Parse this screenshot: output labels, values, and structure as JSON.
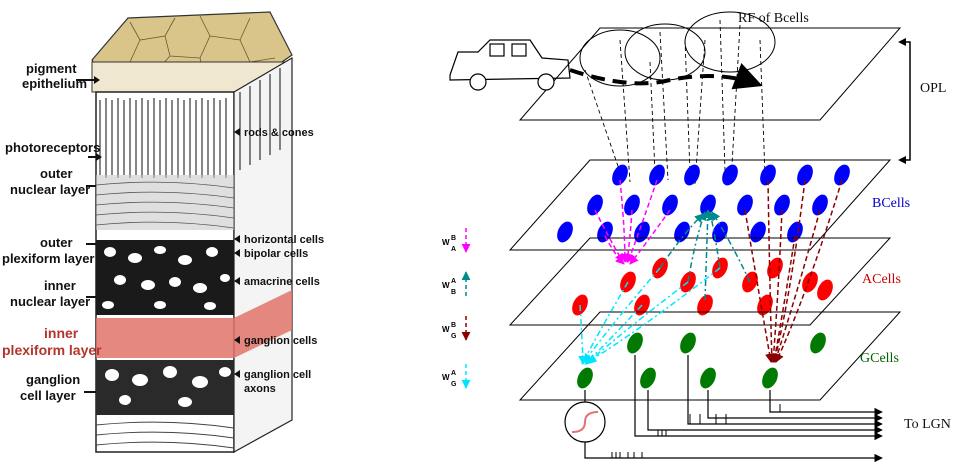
{
  "retina_illustration": {
    "left_labels": {
      "pigment_epithelium": [
        "pigment",
        "epithelium"
      ],
      "photoreceptors": [
        "photoreceptors"
      ],
      "outer_nuclear_layer": [
        "outer",
        "nuclear layer"
      ],
      "outer_plexiform_layer": [
        "outer",
        "plexiform layer"
      ],
      "inner_nuclear_layer": [
        "inner",
        "nuclear layer"
      ],
      "inner_plexiform_layer": [
        "inner",
        "plexiform layer"
      ],
      "ganglion_cell_layer": [
        "ganglion",
        "cell layer"
      ]
    },
    "right_labels": {
      "rods_cones": "rods & cones",
      "horizontal_cells": "horizontal cells",
      "bipolar_cells": "bipolar cells",
      "amacrine_cells": "amacrine cells",
      "ganglion_cells": "ganglion cells",
      "ganglion_cell_axons": [
        "ganglion cell",
        "axons"
      ]
    },
    "colors": {
      "highlight_red": "#e0736a",
      "label_red": "#b3352b",
      "pigment_tan": "#d9c48a"
    }
  },
  "network_diagram": {
    "rf_label": "RF of Bcells",
    "opl_label": "OPL",
    "bcells_label": "BCells",
    "acells_label": "ACells",
    "gcells_label": "GCells",
    "to_lgn_label": "To LGN",
    "legend": [
      {
        "base": "W",
        "sup": "B",
        "sub": "A",
        "color": "#ff00ff",
        "dir": "down"
      },
      {
        "base": "W",
        "sup": "A",
        "sub": "B",
        "color": "#008b8b",
        "dir": "up"
      },
      {
        "base": "W",
        "sup": "B",
        "sub": "G",
        "color": "#8b0000",
        "dir": "down"
      },
      {
        "base": "W",
        "sup": "A",
        "sub": "G",
        "color": "#00e5ff",
        "dir": "down"
      }
    ],
    "colors": {
      "bcells": "#0000ff",
      "acells": "#ff0000",
      "gcells": "#007a00",
      "bcells_label": "#0000cc",
      "acells_label": "#cc0000",
      "gcells_label": "#006400"
    }
  }
}
